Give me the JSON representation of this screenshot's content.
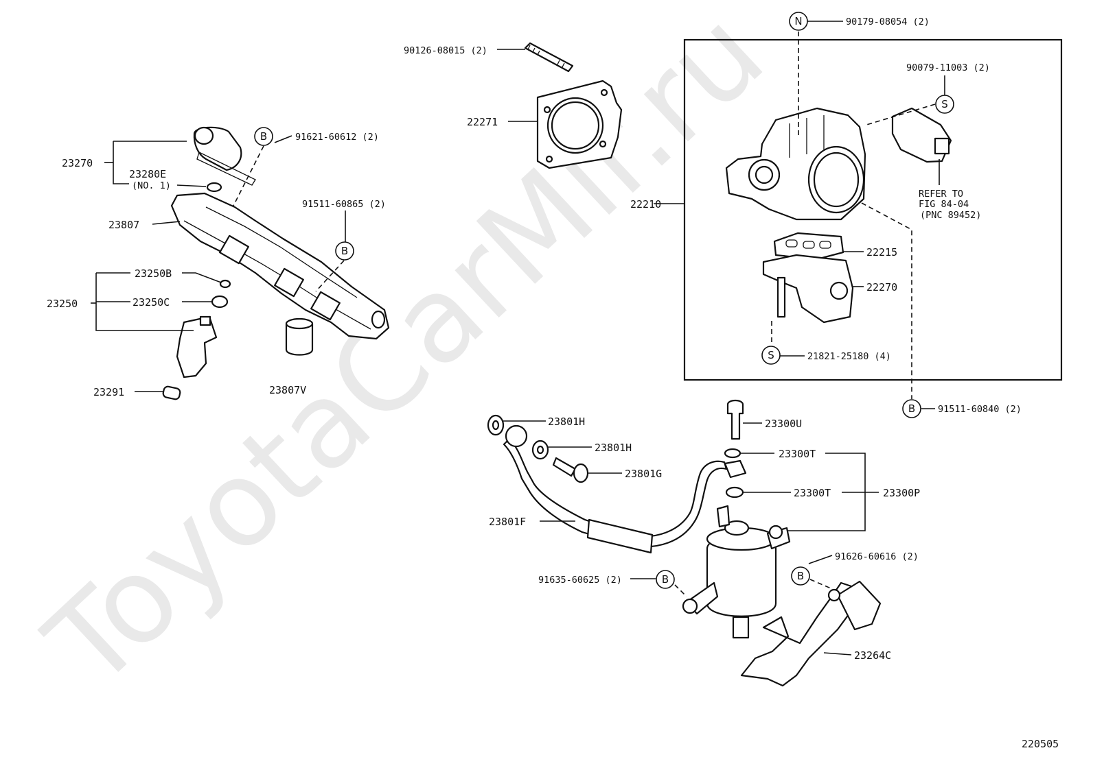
{
  "watermark": "ToyotaCarMir.ru",
  "figure_number": "220505",
  "labels": {
    "p23270": "23270",
    "p23280E": "23280E",
    "p23280E_note": "(NO. 1)",
    "p23807": "23807",
    "p23250": "23250",
    "p23250B": "23250B",
    "p23250C": "23250C",
    "p23291": "23291",
    "p23807V": "23807V",
    "p91621": "91621-60612 (2)",
    "p91511_60865": "91511-60865 (2)",
    "p90126": "90126-08015 (2)",
    "p22271": "22271",
    "p90179": "90179-08054 (2)",
    "p90079": "90079-11003 (2)",
    "refer_1": "REFER TO",
    "refer_2": "FIG 84-04",
    "refer_3": "(PNC 89452)",
    "p22210": "22210",
    "p22215": "22215",
    "p22270": "22270",
    "p21821": "21821-25180 (4)",
    "p91511_60840": "91511-60840 (2)",
    "p23801H_1": "23801H",
    "p23801H_2": "23801H",
    "p23801G": "23801G",
    "p23801F": "23801F",
    "p23300U": "23300U",
    "p23300T_1": "23300T",
    "p23300T_2": "23300T",
    "p23300P": "23300P",
    "p91626": "91626-60616 (2)",
    "p91635": "91635-60625 (2)",
    "p23264C": "23264C"
  },
  "badges": {
    "B": "B",
    "N": "N",
    "S": "S"
  }
}
